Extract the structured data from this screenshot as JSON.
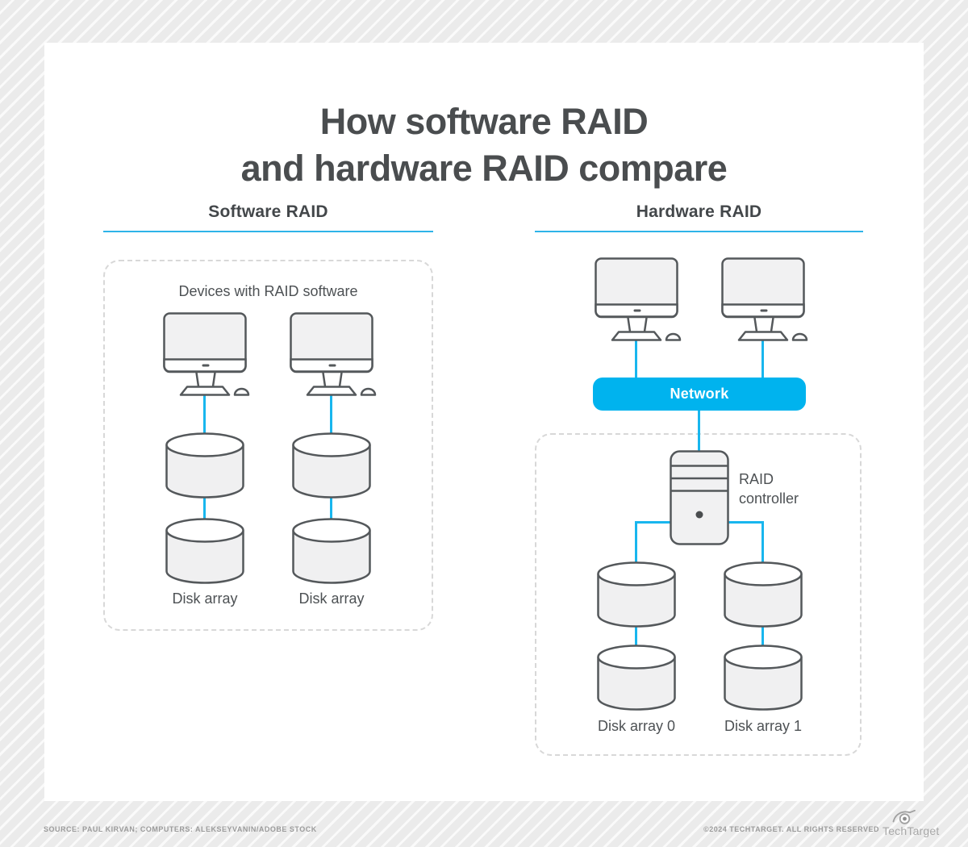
{
  "title": "How software RAID\nand hardware RAID compare",
  "colors": {
    "accent_cyan": "#00b3ee",
    "underline_cyan": "#2eb4e8",
    "text_dark": "#4a4d4f",
    "icon_stroke": "#54585b",
    "icon_fill": "#f1f1f2"
  },
  "software_raid": {
    "heading": "Software RAID",
    "box_caption": "Devices with RAID software",
    "disk_labels": [
      "Disk array",
      "Disk array"
    ]
  },
  "hardware_raid": {
    "heading": "Hardware RAID",
    "network_label": "Network",
    "controller_label": "RAID\ncontroller",
    "disk_labels": [
      "Disk array 0",
      "Disk array 1"
    ]
  },
  "footer": {
    "source": "SOURCE: PAUL KIRVAN; COMPUTERS: ALEKSEYVANIN/ADOBE STOCK",
    "copyright": "©2024 TECHTARGET. ALL RIGHTS RESERVED",
    "brand": "TechTarget"
  }
}
